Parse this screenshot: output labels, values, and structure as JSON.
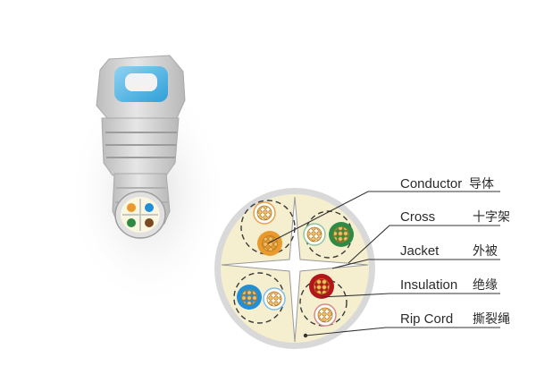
{
  "callouts": [
    {
      "en": "Conductor",
      "cn": "导体"
    },
    {
      "en": "Cross",
      "cn": "十字架"
    },
    {
      "en": "Jacket",
      "cn": "外被"
    },
    {
      "en": "Insulation",
      "cn": "绝缘"
    },
    {
      "en": "Rip Cord",
      "cn": "撕裂绳"
    }
  ],
  "colors": {
    "jacket_fill": "#f5efcf",
    "jacket_ring": "#d9d9d9",
    "copper": "#e8b25a",
    "green_insulation": "#2e8b46",
    "orange_insulation": "#e89a2e",
    "blue_insulation": "#1f8fd8",
    "red_insulation": "#b3151b",
    "connector_gray": "#d4d4d4",
    "connector_blue": "#5ab8e6"
  }
}
